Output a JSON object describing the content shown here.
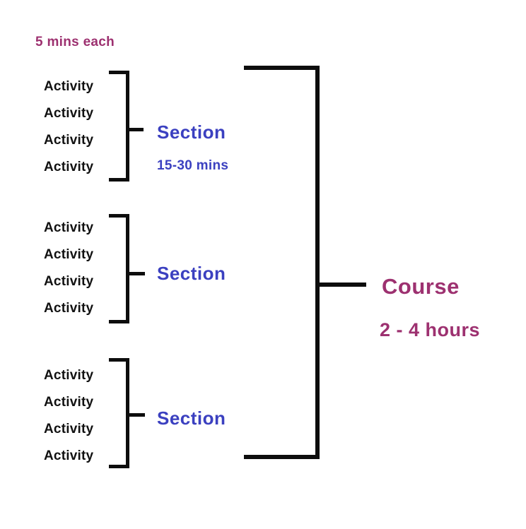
{
  "annotation": {
    "label": "5 mins each"
  },
  "sections": [
    {
      "label": "Section",
      "duration": "15-30 mins",
      "activities": [
        "Activity",
        "Activity",
        "Activity",
        "Activity"
      ]
    },
    {
      "label": "Section",
      "activities": [
        "Activity",
        "Activity",
        "Activity",
        "Activity"
      ]
    },
    {
      "label": "Section",
      "activities": [
        "Activity",
        "Activity",
        "Activity",
        "Activity"
      ]
    }
  ],
  "course": {
    "label": "Course",
    "duration": "2 - 4 hours"
  },
  "colors": {
    "background": "#ffffff",
    "activity_text": "#111111",
    "section_text": "#3b40c0",
    "course_text": "#9d3170",
    "annotation_text": "#9d3170",
    "line": "#0d0d0d"
  }
}
